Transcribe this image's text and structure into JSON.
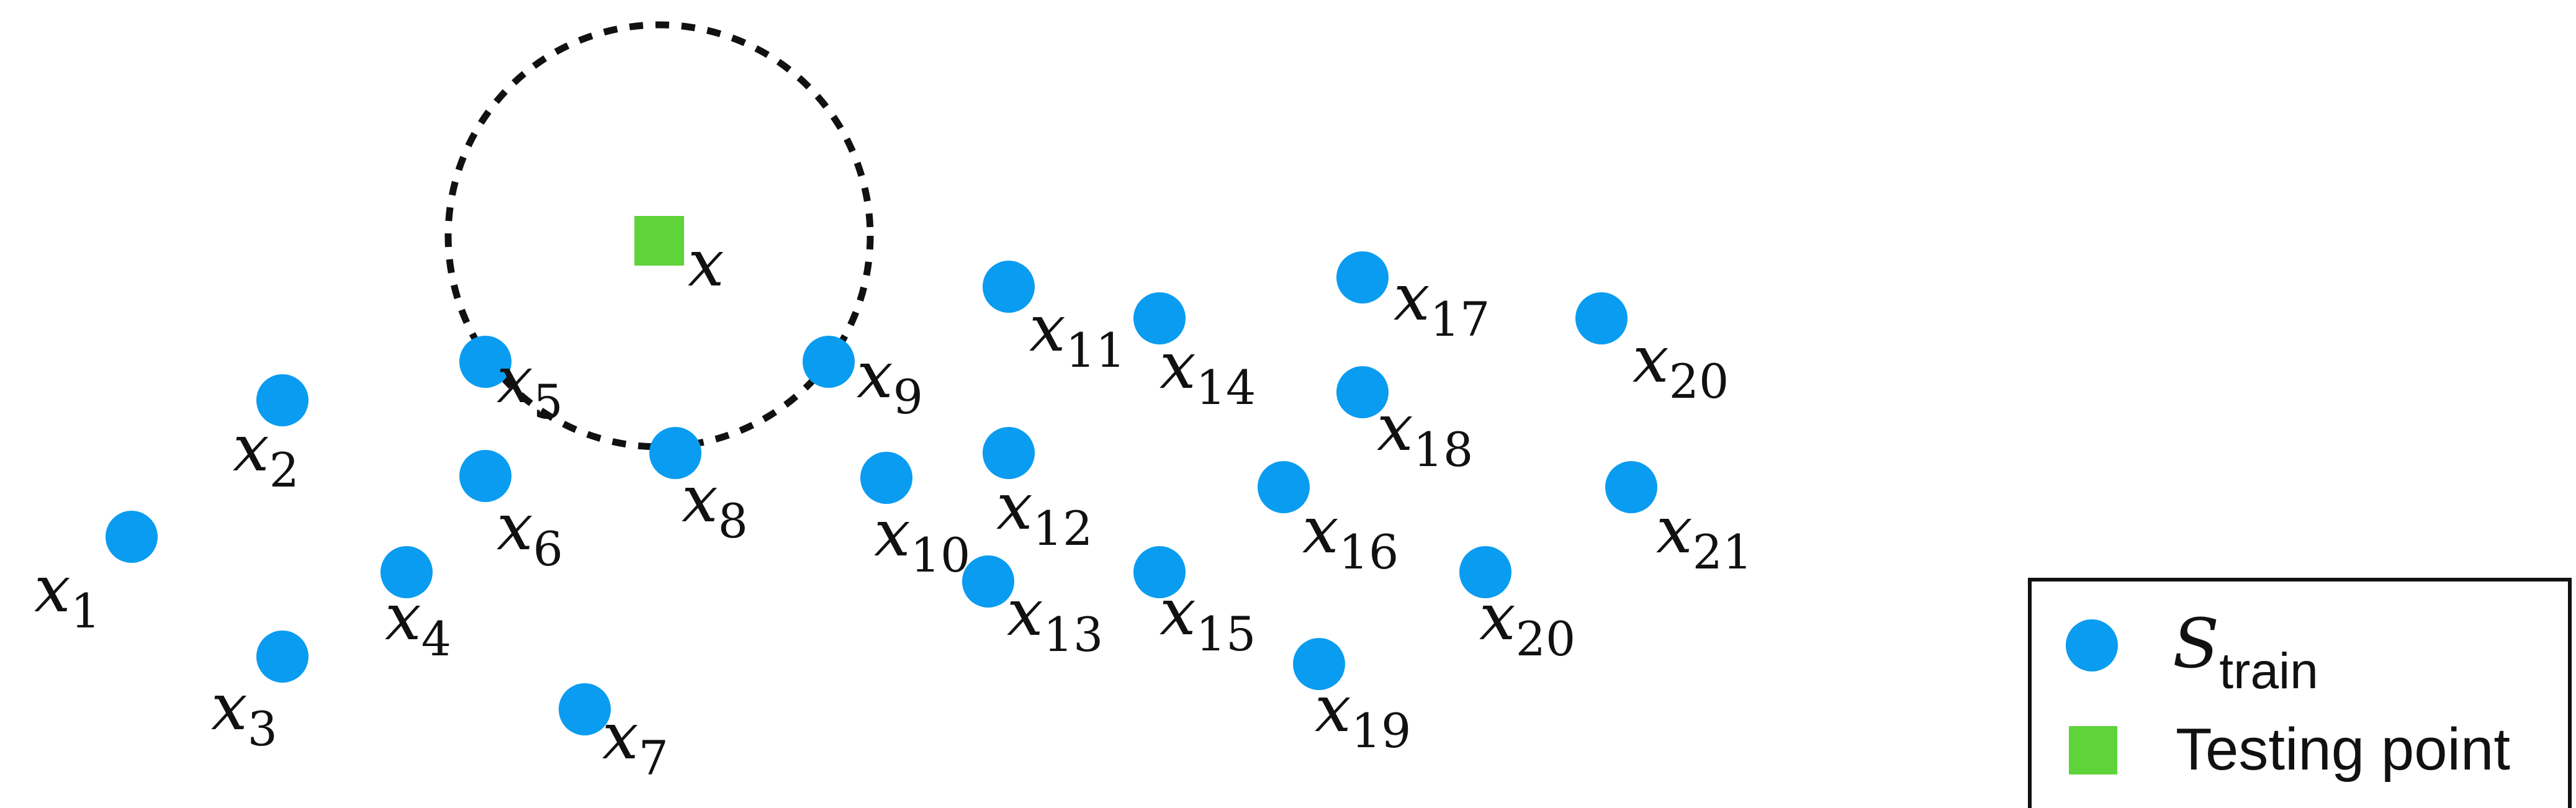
{
  "colors": {
    "train_point": "#0a9cf0",
    "test_point": "#5fd33a",
    "circle": "#111111",
    "legend_border": "#111111"
  },
  "test_point": {
    "base": "x",
    "sub": ""
  },
  "train_points": [
    {
      "base": "x",
      "sub": "1"
    },
    {
      "base": "x",
      "sub": "2"
    },
    {
      "base": "x",
      "sub": "3"
    },
    {
      "base": "x",
      "sub": "4"
    },
    {
      "base": "x",
      "sub": "5"
    },
    {
      "base": "x",
      "sub": "6"
    },
    {
      "base": "x",
      "sub": "7"
    },
    {
      "base": "x",
      "sub": "8"
    },
    {
      "base": "x",
      "sub": "9"
    },
    {
      "base": "x",
      "sub": "10"
    },
    {
      "base": "x",
      "sub": "11"
    },
    {
      "base": "x",
      "sub": "12"
    },
    {
      "base": "x",
      "sub": "13"
    },
    {
      "base": "x",
      "sub": "14"
    },
    {
      "base": "x",
      "sub": "15"
    },
    {
      "base": "x",
      "sub": "16"
    },
    {
      "base": "x",
      "sub": "17"
    },
    {
      "base": "x",
      "sub": "18"
    },
    {
      "base": "x",
      "sub": "19"
    },
    {
      "base": "x",
      "sub": "20"
    },
    {
      "base": "x",
      "sub": "20"
    },
    {
      "base": "x",
      "sub": "21"
    }
  ],
  "legend": {
    "train_symbol": "S",
    "train_sub": "train",
    "test_label": "Testing point"
  }
}
